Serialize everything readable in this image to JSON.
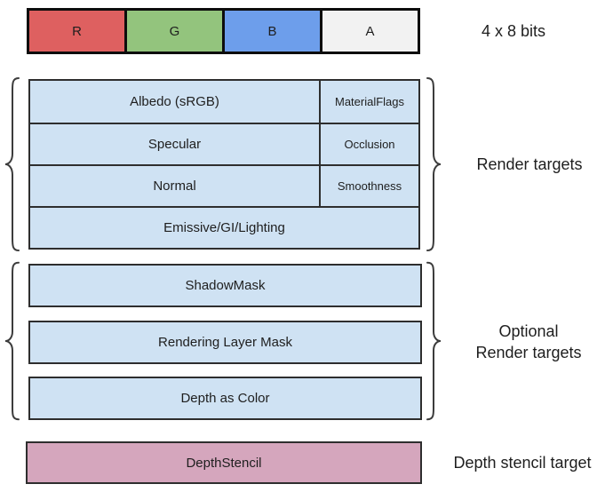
{
  "top_bar": {
    "cells": [
      {
        "label": "R",
        "color": "#de6060"
      },
      {
        "label": "G",
        "color": "#93c47d"
      },
      {
        "label": "B",
        "color": "#6d9eeb"
      },
      {
        "label": "A",
        "color": "#f2f2f2"
      }
    ],
    "caption": "4 x 8 bits"
  },
  "colors": {
    "buffer_fill": "#cfe2f3",
    "depth_fill": "#d5a6bd",
    "bar_border": "#0d0d0d",
    "box_border": "#2e2e2e"
  },
  "render_targets": {
    "label": "Render targets",
    "rows": [
      {
        "main": "Albedo (sRGB)",
        "sub": "MaterialFlags"
      },
      {
        "main": "Specular",
        "sub": "Occlusion"
      },
      {
        "main": "Normal",
        "sub": "Smoothness"
      },
      {
        "main": "Emissive/GI/Lighting"
      }
    ]
  },
  "optional_render_targets": {
    "label_lines": [
      "Optional",
      "Render targets"
    ],
    "rows": [
      "ShadowMask",
      "Rendering Layer Mask",
      "Depth as Color"
    ]
  },
  "depth_stencil": {
    "box_label": "DepthStencil",
    "label": "Depth stencil target"
  }
}
